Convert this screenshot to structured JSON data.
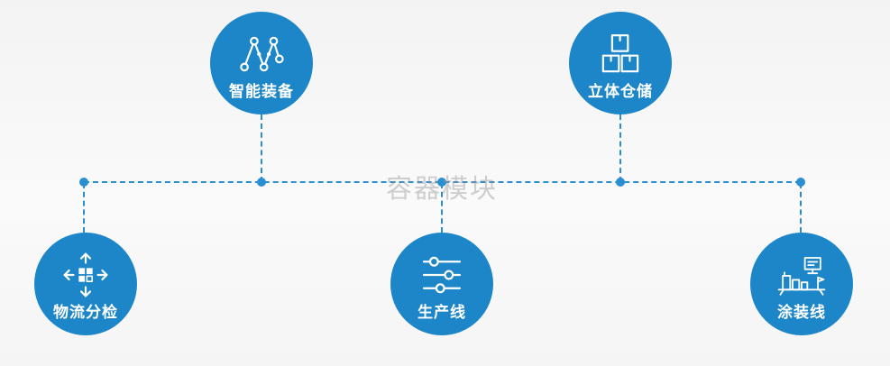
{
  "watermark": "容器模块",
  "colors": {
    "node_blue": "#1d86c8",
    "connector_blue": "#2a8fd0",
    "background": "#f6f6f6",
    "label_white": "#ffffff"
  },
  "nodes": [
    {
      "label": "智能装备",
      "icon": "network-icon"
    },
    {
      "label": "立体仓储",
      "icon": "boxes-icon"
    },
    {
      "label": "物流分检",
      "icon": "move-arrows-icon"
    },
    {
      "label": "生产线",
      "icon": "sliders-icon"
    },
    {
      "label": "涂装线",
      "icon": "coating-station-icon"
    }
  ]
}
